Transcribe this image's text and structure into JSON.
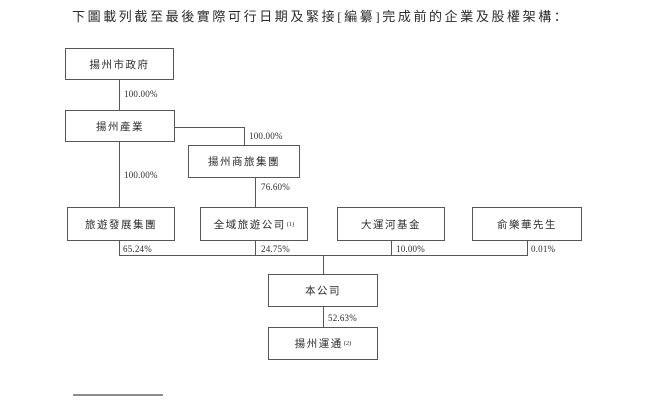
{
  "title": "下圖載列截至最後實際可行日期及緊接[編纂]完成前的企業及股權架構：",
  "diagram": {
    "ink_color": "#55565a",
    "nodes": {
      "gov": {
        "label": "揚州市政府"
      },
      "yangzhou_industry": {
        "label": "揚州產業"
      },
      "shanglv_group": {
        "label": "揚州商旅集團"
      },
      "tourism_dev_group": {
        "label": "旅遊發展集團"
      },
      "quanyu_tourism": {
        "label": "全域旅遊公司",
        "sup": "(1)"
      },
      "canal_fund": {
        "label": "大運河基金"
      },
      "mr_yu": {
        "label": "俞樂華先生"
      },
      "company": {
        "label": "本公司"
      },
      "yuntong": {
        "label": "揚州運通",
        "sup": "(2)"
      }
    },
    "edges": {
      "gov_to_industry": "100.00%",
      "industry_to_shanglv": "100.00%",
      "industry_to_tourismdev": "100.00%",
      "shanglv_to_quanyu": "76.60%",
      "tourismdev_to_company": "65.24%",
      "quanyu_to_company": "24.75%",
      "canal_to_company": "10.00%",
      "yu_to_company": "0.01%",
      "company_to_yuntong": "52.63%"
    }
  }
}
